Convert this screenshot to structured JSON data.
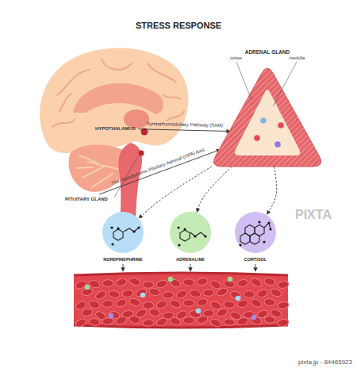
{
  "diagram": {
    "title": "STRESS RESPONSE",
    "nodes": [
      {
        "text": [
          "HYPOTHALAMUS"
        ]
      },
      {
        "text": [
          "PITUITARY GLAND"
        ]
      },
      {
        "text": [
          "ADRENAL GLAND",
          "cortex",
          "medulla"
        ]
      },
      {
        "text": [
          "NOREPINEPHRINE"
        ]
      },
      {
        "text": [
          "ADRENALINE"
        ]
      },
      {
        "text": [
          "CORTISOL"
        ]
      }
    ],
    "edges": [
      {
        "from": 0,
        "to": 2,
        "label": "Sympathomedullary Pathway (SAM)",
        "arrow": "to"
      },
      {
        "from": 1,
        "to": 2,
        "label": "The Hypothalamic Pituitary-Adrenal (HPA) Axis",
        "arrow": "to"
      },
      {
        "from": 2,
        "to": 3,
        "arrow": "to"
      },
      {
        "from": 2,
        "to": 4,
        "arrow": "to"
      },
      {
        "from": 2,
        "to": 5,
        "arrow": "to"
      }
    ],
    "labels": [
      "PIXTA",
      "pixta.jp - 84465923"
    ]
  }
}
